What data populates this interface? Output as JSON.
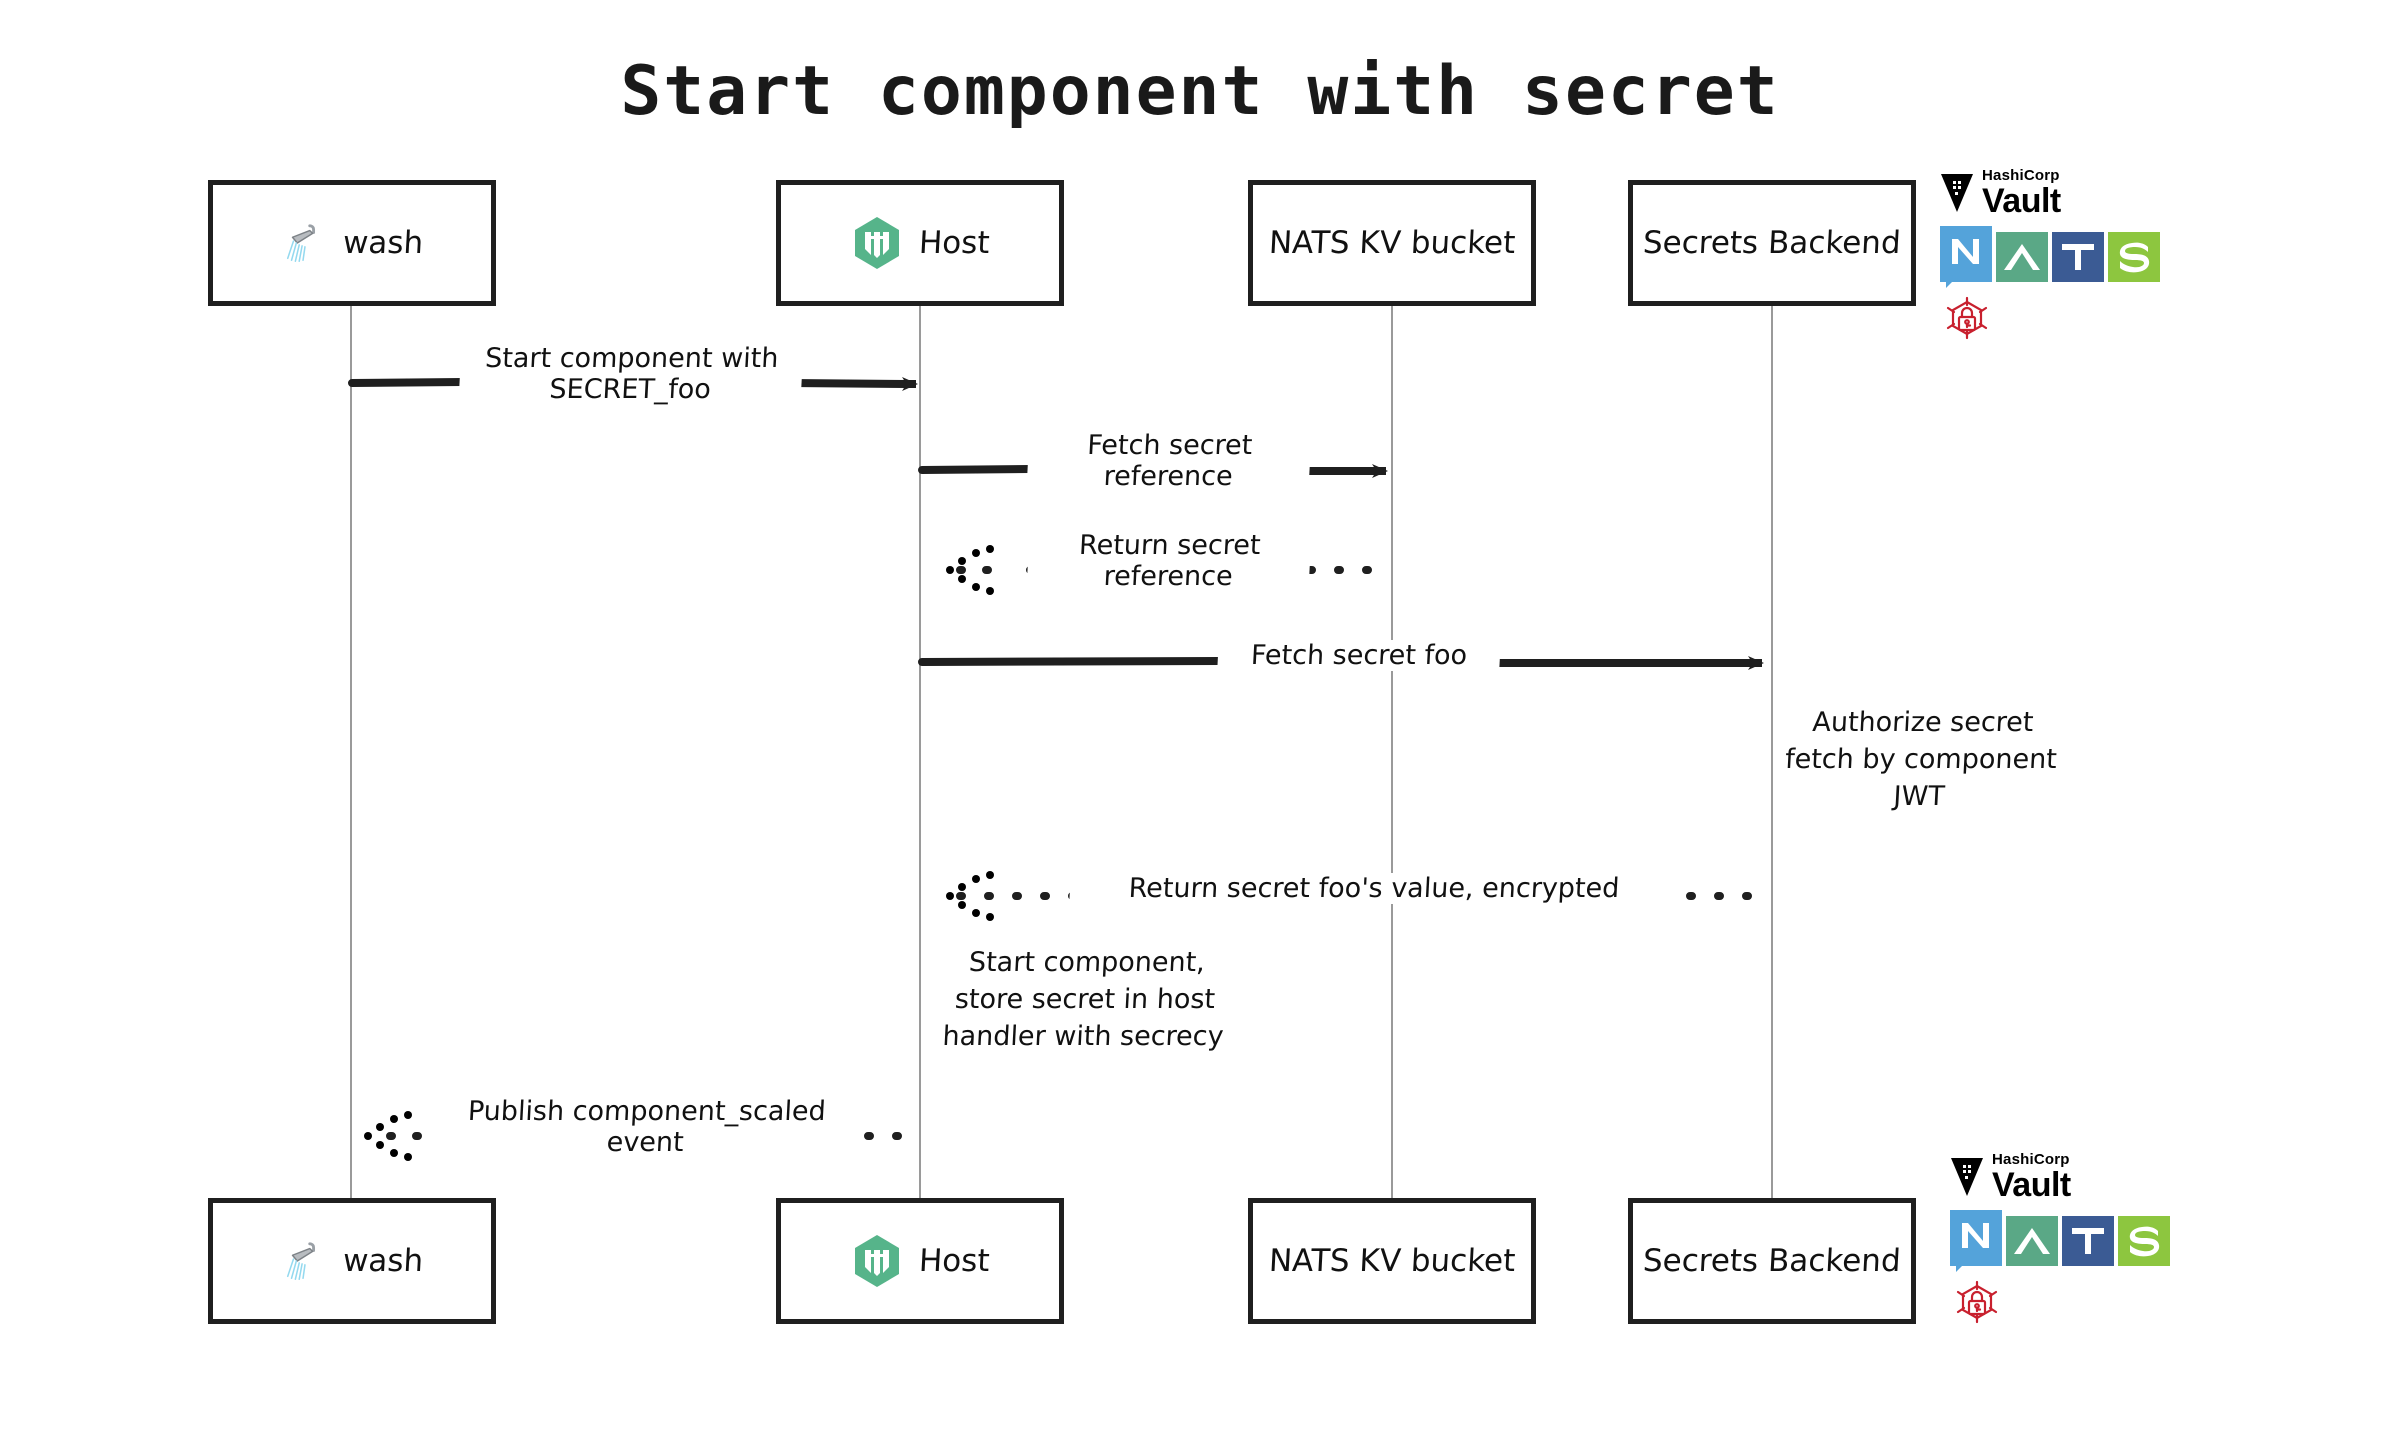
{
  "title": "Start component with secret",
  "colors": {
    "ink": "#1f1f1f",
    "lifeline": "#9a9a9a",
    "wasmcloud_green": "#56b48a",
    "nats_n": "#54a3da",
    "nats_a": "#5aa886",
    "nats_t": "#3b5b94",
    "nats_s": "#8dc63f",
    "vault_black": "#000000",
    "secret_red": "#c8202e"
  },
  "participants": [
    {
      "id": "wash",
      "label": "wash",
      "icon": "shower-icon"
    },
    {
      "id": "host",
      "label": "Host",
      "icon": "wasmcloud-hexagon-icon"
    },
    {
      "id": "nats-kv-bucket",
      "label": "NATS KV bucket",
      "icon": "none"
    },
    {
      "id": "secrets-backend",
      "label": "Secrets Backend",
      "icon": "none"
    }
  ],
  "messages": [
    {
      "id": "m1",
      "from": "wash",
      "to": "host",
      "label": "Start component with\nSECRET_foo",
      "style": "solid"
    },
    {
      "id": "m2",
      "from": "host",
      "to": "nats-kv-bucket",
      "label": "Fetch secret\nreference",
      "style": "solid"
    },
    {
      "id": "m3",
      "from": "nats-kv-bucket",
      "to": "host",
      "label": "Return secret\nreference",
      "style": "dotted"
    },
    {
      "id": "m4",
      "from": "host",
      "to": "secrets-backend",
      "label": "Fetch secret foo",
      "style": "solid"
    },
    {
      "id": "m5",
      "from": "secrets-backend",
      "to": "host",
      "label": "Return secret foo's value, encrypted",
      "style": "dotted"
    },
    {
      "id": "m6",
      "from": "host",
      "to": "wash",
      "label": "Publish component_scaled\nevent",
      "style": "dotted"
    }
  ],
  "notes": [
    {
      "id": "n1",
      "on": "secrets-backend",
      "label": "Authorize secret\nfetch by component\nJWT"
    },
    {
      "id": "n2",
      "on": "host",
      "label": "Start component,\nstore secret in host\nhandler with secrecy"
    }
  ],
  "logos": {
    "vault": {
      "brand": "HashiCorp",
      "product": "Vault"
    },
    "nats": {
      "letters": [
        "N",
        "A",
        "T",
        "S"
      ]
    },
    "secret_icon_name": "secrets-lock-icon"
  }
}
